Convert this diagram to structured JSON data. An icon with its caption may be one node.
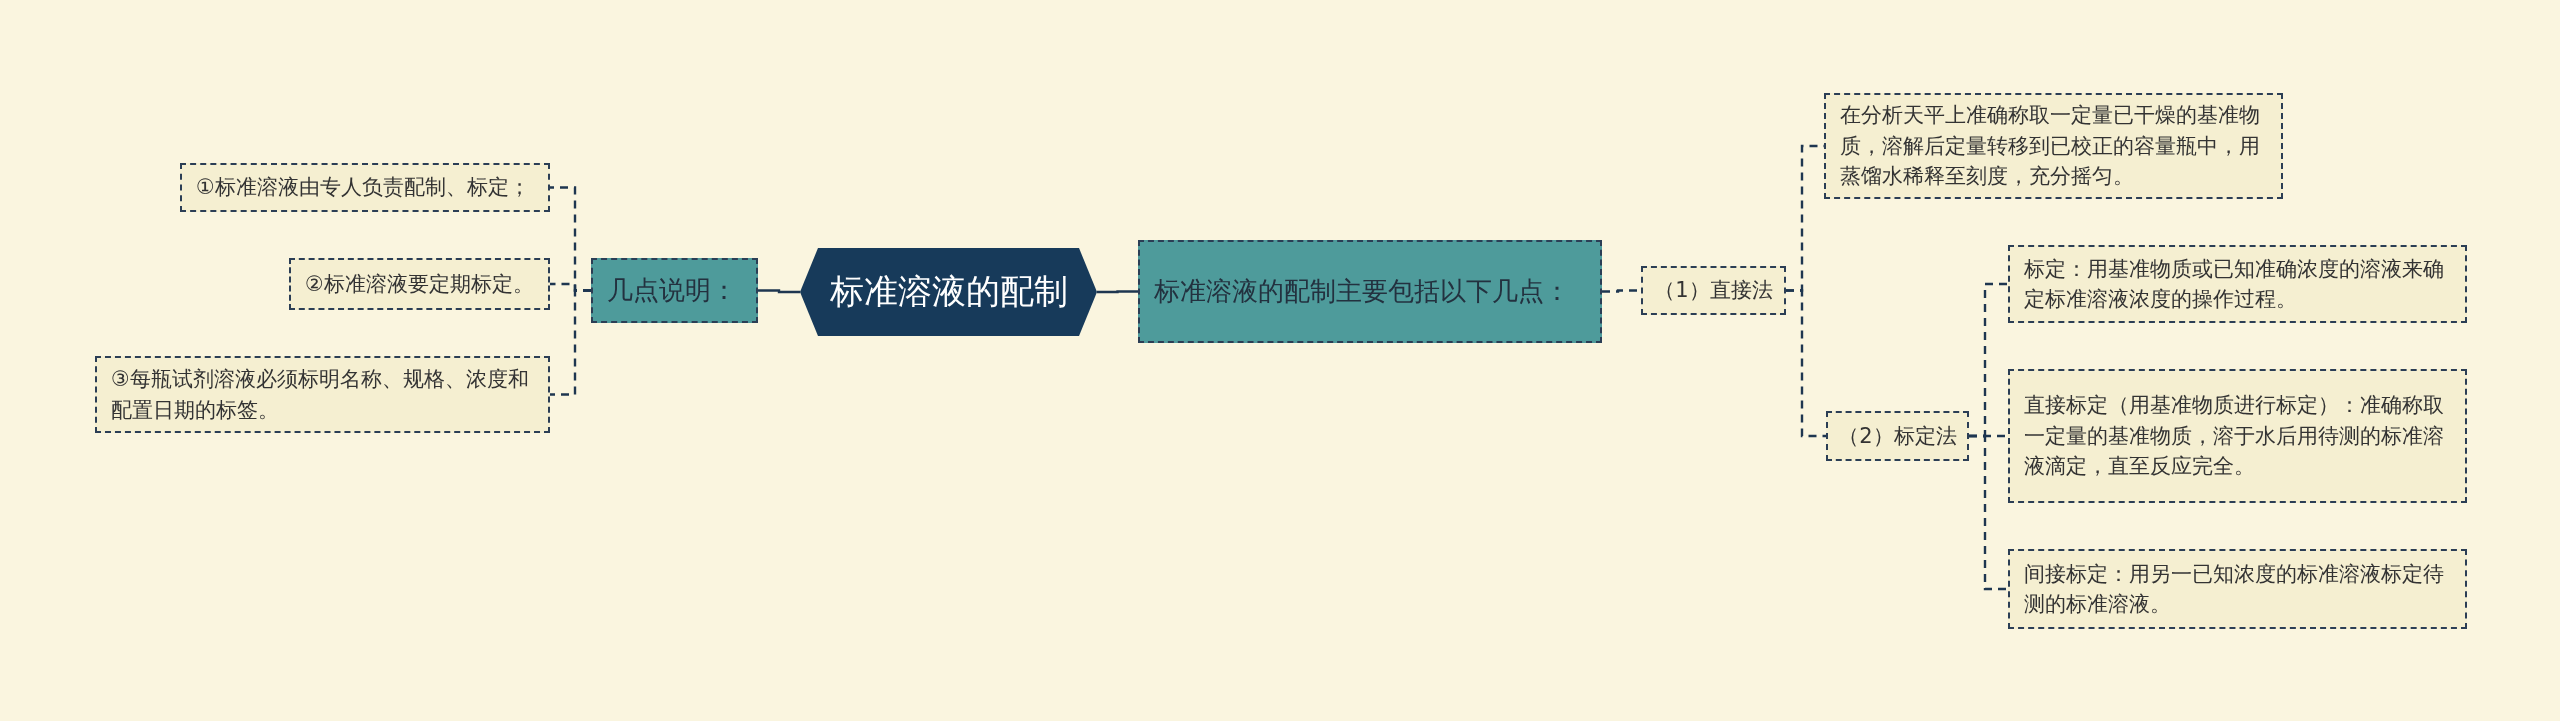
{
  "diagram": {
    "nodes": [
      {
        "text": [
          "标准溶液的配制"
        ]
      },
      {
        "text": [
          "几点说明："
        ]
      },
      {
        "text": [
          "①标准溶液由专人负责配制、标定；"
        ]
      },
      {
        "text": [
          "②标准溶液要定期标定。"
        ]
      },
      {
        "text": [
          "③每瓶试剂溶液必须标明名称、规格、浓度和配置日期的标签。"
        ]
      },
      {
        "text": [
          "标准溶液的配制主要包括以下几点："
        ]
      },
      {
        "text": [
          "（1）直接法"
        ]
      },
      {
        "text": [
          "在分析天平上准确称取一定量已干燥的基准物质，溶解后定量转移到已校正的容量瓶中，用蒸馏水稀释至刻度，充分摇匀。"
        ]
      },
      {
        "text": [
          "（2）标定法"
        ]
      },
      {
        "text": [
          "标定：用基准物质或已知准确浓度的溶液来确定标准溶液浓度的操作过程。"
        ]
      },
      {
        "text": [
          "直接标定（用基准物质进行标定）：准确称取一定量的基准物质，溶于水后用待测的标准溶液滴定，直至反应完全。"
        ]
      },
      {
        "text": [
          "间接标定：用另一已知浓度的标准溶液标定待测的标准溶液。"
        ]
      }
    ],
    "edges": [
      {
        "from": 0,
        "to": 1,
        "arrow": "none"
      },
      {
        "from": 1,
        "to": 2,
        "arrow": "none",
        "style": "dashed"
      },
      {
        "from": 1,
        "to": 3,
        "arrow": "none",
        "style": "dashed"
      },
      {
        "from": 1,
        "to": 4,
        "arrow": "none",
        "style": "dashed"
      },
      {
        "from": 0,
        "to": 5,
        "arrow": "none"
      },
      {
        "from": 5,
        "to": 6,
        "arrow": "none",
        "style": "dashed"
      },
      {
        "from": 6,
        "to": 7,
        "arrow": "none",
        "style": "dashed"
      },
      {
        "from": 6,
        "to": 8,
        "arrow": "none",
        "style": "dashed"
      },
      {
        "from": 8,
        "to": 9,
        "arrow": "none",
        "style": "dashed"
      },
      {
        "from": 8,
        "to": 10,
        "arrow": "none",
        "style": "dashed"
      },
      {
        "from": 8,
        "to": 11,
        "arrow": "none",
        "style": "dashed"
      }
    ]
  }
}
